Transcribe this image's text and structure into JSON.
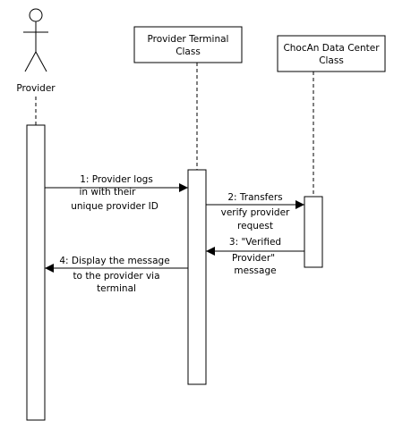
{
  "participants": {
    "provider": {
      "label": "Provider"
    },
    "terminal": {
      "line1": "Provider Terminal",
      "line2": "Class"
    },
    "datacenter": {
      "line1": "ChocAn Data Center",
      "line2": "Class"
    }
  },
  "messages": [
    {
      "lines": [
        "1: Provider logs",
        "in with their",
        "unique provider ID"
      ],
      "from": "provider",
      "to": "terminal",
      "kind": "call"
    },
    {
      "lines": [
        "2: Transfers",
        "verify provider",
        "request"
      ],
      "from": "terminal",
      "to": "datacenter",
      "kind": "call"
    },
    {
      "lines": [
        "3: \"Verified",
        "Provider\"",
        "message"
      ],
      "from": "datacenter",
      "to": "terminal",
      "kind": "return"
    },
    {
      "lines": [
        "4: Display the message",
        "to the provider via",
        "terminal"
      ],
      "from": "terminal",
      "to": "provider",
      "kind": "return"
    }
  ]
}
